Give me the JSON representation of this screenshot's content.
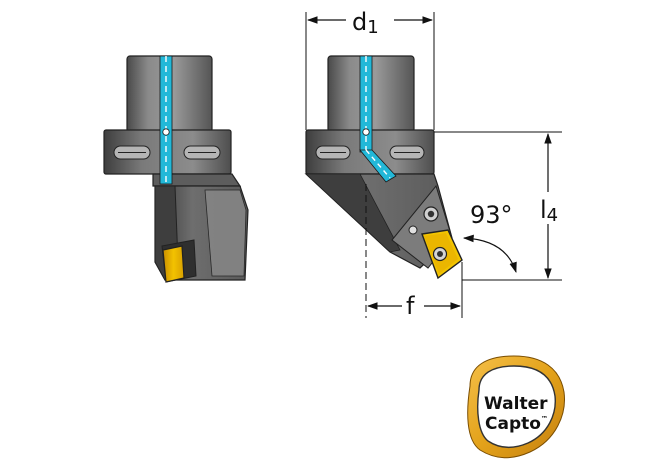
{
  "dimensions": {
    "d": "d",
    "d_sub": "1",
    "l": "l",
    "l_sub": "4",
    "f": "f",
    "angle": "93°"
  },
  "logo": {
    "line1": "Walter",
    "line2": "Capto",
    "tm": "™"
  },
  "colors": {
    "body": "#6e6e6e",
    "body_dark": "#3a3a3a",
    "body_light": "#a8a8a8",
    "coolant": "#22b8d8",
    "insert_front": "#f1c200",
    "insert_top": "#e8a800",
    "logo_ring": "#e3a21a"
  },
  "icons": {
    "logo": "walter-capto-logo-icon",
    "front_view": "tool-holder-front-view-icon",
    "side_view": "tool-holder-side-view-icon"
  }
}
